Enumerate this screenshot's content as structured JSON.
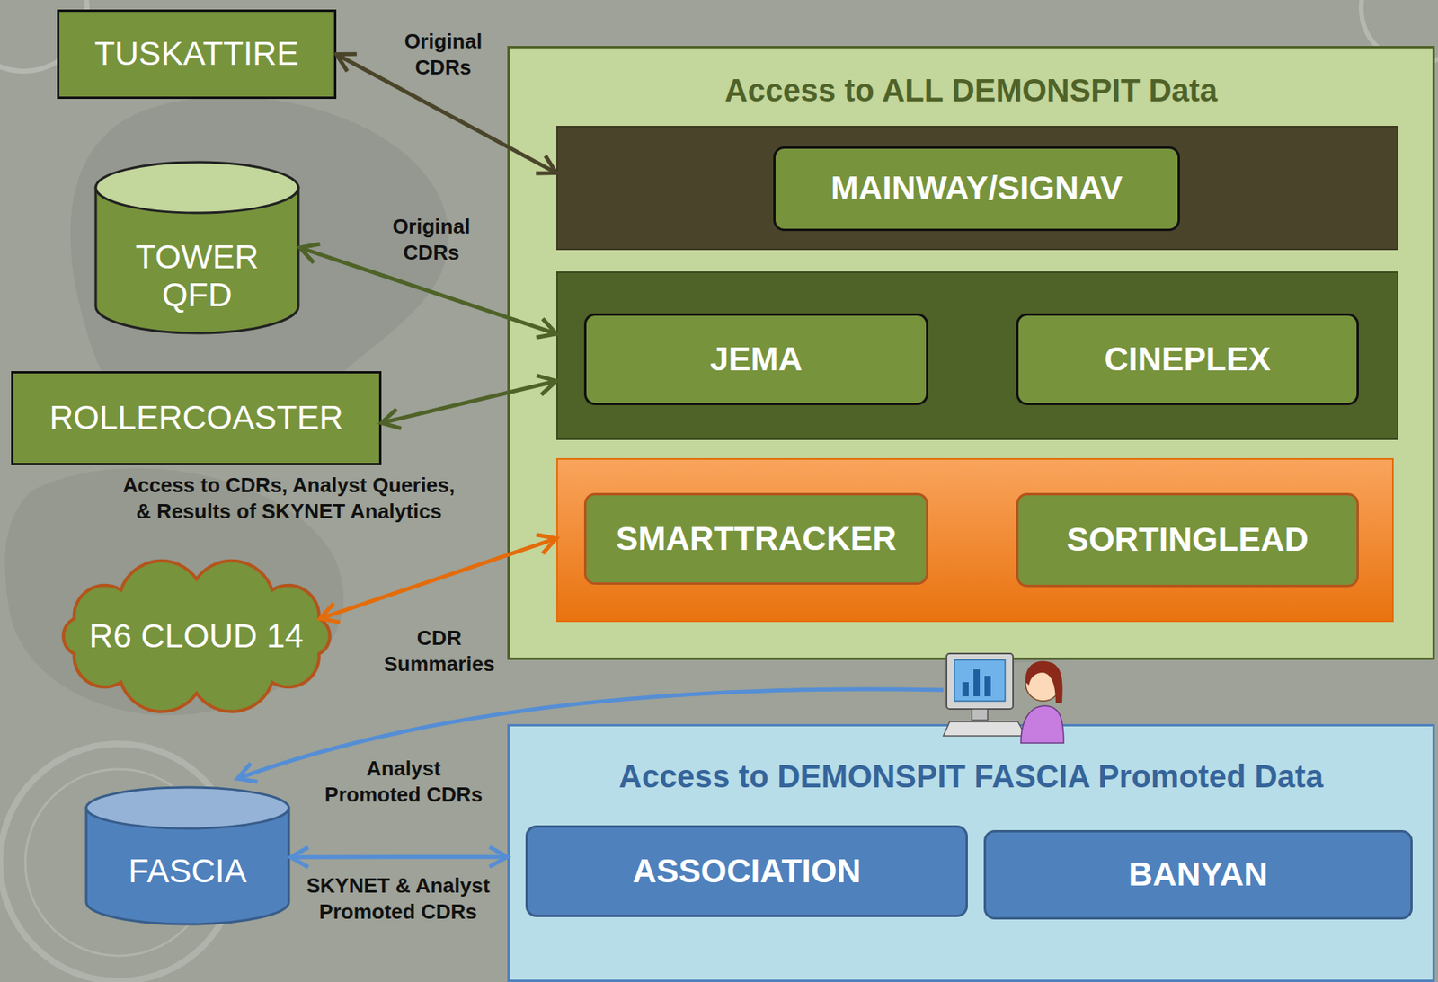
{
  "diagram": {
    "nodes": [
      {
        "text": [
          "TUSKATTIRE"
        ]
      },
      {
        "text": [
          "TOWER QFD"
        ]
      },
      {
        "text": [
          "ROLLERCOASTER"
        ]
      },
      {
        "text": [
          "R6 CLOUD 14"
        ]
      },
      {
        "text": [
          "Access to ALL DEMONSPIT Data"
        ]
      },
      {
        "text": [],
        "in": 4
      },
      {
        "text": [
          "MAINWAY/SIGNAV"
        ],
        "in": 5
      },
      {
        "text": [],
        "in": 4
      },
      {
        "text": [
          "JEMA"
        ],
        "in": 7
      },
      {
        "text": [
          "CINEPLEX"
        ],
        "in": 7
      },
      {
        "text": [],
        "in": 4
      },
      {
        "text": [
          "SMARTTRACKER"
        ],
        "in": 10
      },
      {
        "text": [
          "SORTINGLEAD"
        ],
        "in": 10
      },
      {
        "text": [
          "FASCIA"
        ]
      },
      {
        "text": [
          "Access to DEMONSPIT FASCIA Promoted Data"
        ]
      },
      {
        "text": [
          "ASSOCIATION"
        ],
        "in": 14
      },
      {
        "text": [
          "BANYAN"
        ],
        "in": 14
      }
    ],
    "edges": [
      {
        "from": 0,
        "to": 5,
        "label": "Original CDRs",
        "arrow": "both"
      },
      {
        "from": 1,
        "to": 7,
        "label": "Original CDRs",
        "arrow": "both"
      },
      {
        "from": 2,
        "to": 7,
        "arrow": "both"
      },
      {
        "from": 3,
        "to": 10,
        "label": "CDR Summaries",
        "arrow": "both"
      },
      {
        "from": 13,
        "to": 14,
        "label": "SKYNET & Analyst Promoted CDRs",
        "arrow": "both"
      }
    ],
    "labels": [
      "Access to CDRs, Analyst Queries, & Results of SKYNET Analytics",
      "Analyst Promoted CDRs"
    ]
  }
}
